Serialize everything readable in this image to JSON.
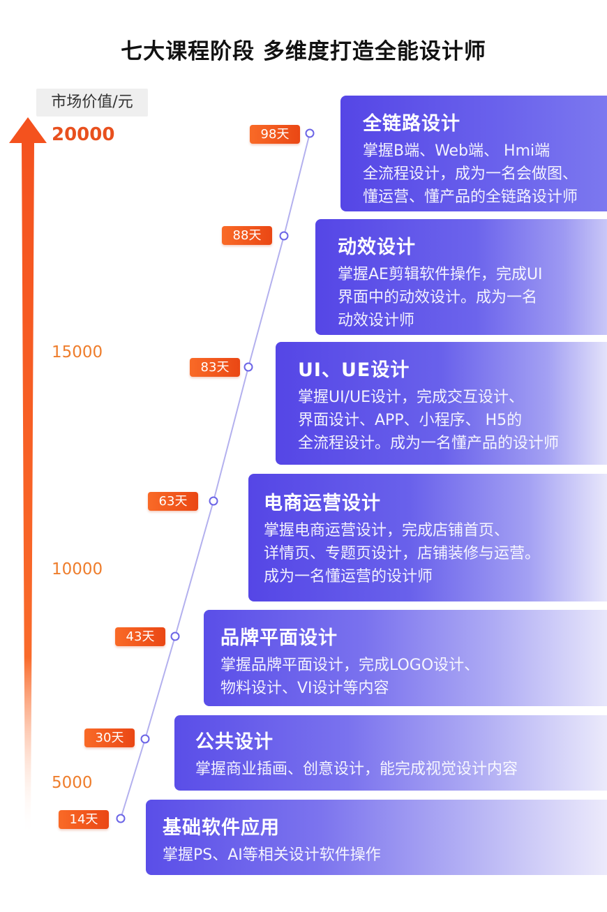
{
  "title": "七大课程阶段 多维度打造全能设计师",
  "axis": {
    "label": "市场价值/元",
    "ticks": [
      "20000",
      "15000",
      "10000",
      "5000"
    ]
  },
  "colors": {
    "arrow": "#f4511e",
    "badge": "#f1561b",
    "card_start": "#5a4ee8",
    "card_end": "#e8e6fb",
    "timeline": "#b3b0ee"
  },
  "stages": [
    {
      "days": "98天",
      "title": "全链路设计",
      "desc": "掌握B端、Web端、 Hmi端\n全流程设计，成为一名会做图、\n懂运营、懂产品的全链路设计师"
    },
    {
      "days": "88天",
      "title": "动效设计",
      "desc": "掌握AE剪辑软件操作，完成UI\n界面中的动效设计。成为一名\n动效设计师"
    },
    {
      "days": "83天",
      "title": "UI、UE设计",
      "desc": "掌握UI/UE设计，完成交互设计、\n界面设计、APP、小程序、 H5的\n全流程设计。成为一名懂产品的设计师"
    },
    {
      "days": "63天",
      "title": "电商运营设计",
      "desc": "掌握电商运营设计，完成店铺首页、\n详情页、专题页设计，店铺装修与运营。\n成为一名懂运营的设计师"
    },
    {
      "days": "43天",
      "title": "品牌平面设计",
      "desc": "掌握品牌平面设计，完成LOGO设计、\n物料设计、VI设计等内容"
    },
    {
      "days": "30天",
      "title": "公共设计",
      "desc": "掌握商业插画、创意设计，能完成视觉设计内容"
    },
    {
      "days": "14天",
      "title": "基础软件应用",
      "desc": "掌握PS、AI等相关设计软件操作"
    }
  ]
}
